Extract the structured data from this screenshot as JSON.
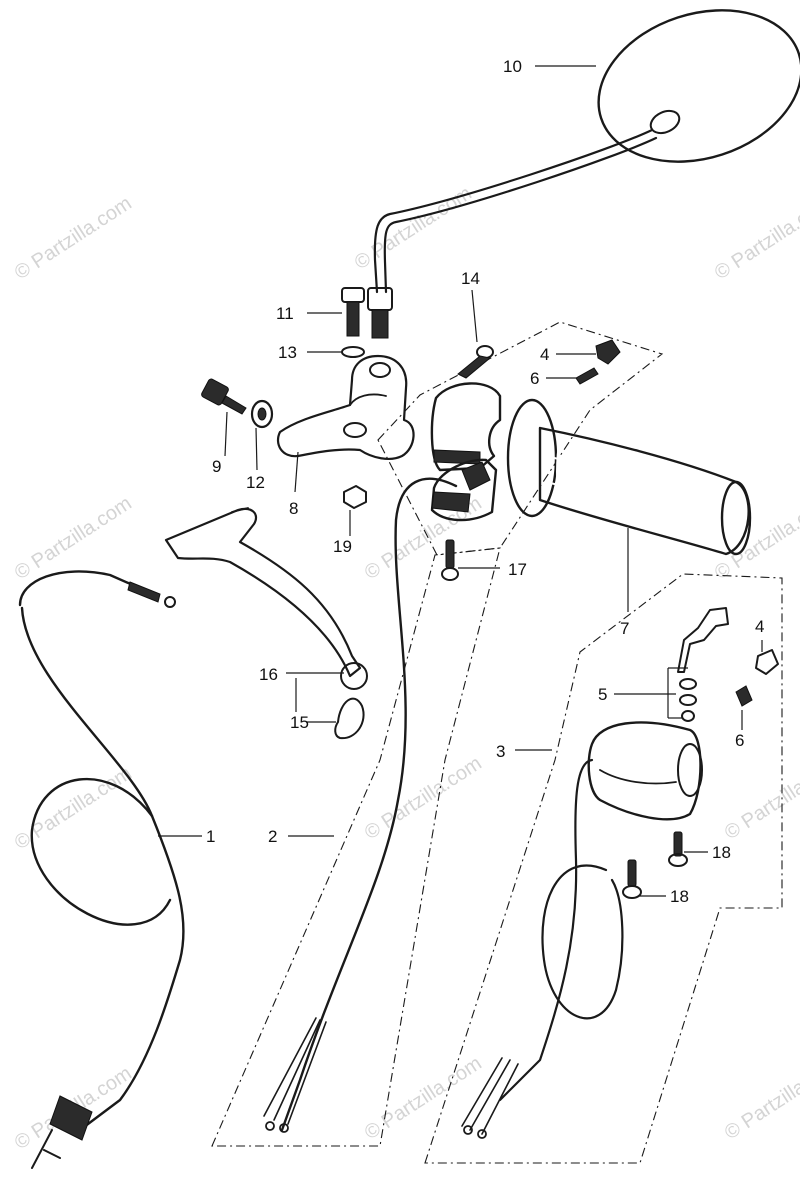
{
  "watermark": {
    "text": "© Partzilla.com"
  },
  "callouts": [
    {
      "id": "1",
      "label": "1"
    },
    {
      "id": "2",
      "label": "2"
    },
    {
      "id": "3",
      "label": "3"
    },
    {
      "id": "4a",
      "label": "4"
    },
    {
      "id": "4b",
      "label": "4"
    },
    {
      "id": "5",
      "label": "5"
    },
    {
      "id": "6a",
      "label": "6"
    },
    {
      "id": "6b",
      "label": "6"
    },
    {
      "id": "7",
      "label": "7"
    },
    {
      "id": "8",
      "label": "8"
    },
    {
      "id": "9",
      "label": "9"
    },
    {
      "id": "10",
      "label": "10"
    },
    {
      "id": "11",
      "label": "11"
    },
    {
      "id": "12",
      "label": "12"
    },
    {
      "id": "13",
      "label": "13"
    },
    {
      "id": "14",
      "label": "14"
    },
    {
      "id": "15",
      "label": "15"
    },
    {
      "id": "16",
      "label": "16"
    },
    {
      "id": "17",
      "label": "17"
    },
    {
      "id": "18a",
      "label": "18"
    },
    {
      "id": "18b",
      "label": "18"
    },
    {
      "id": "19",
      "label": "19"
    }
  ]
}
